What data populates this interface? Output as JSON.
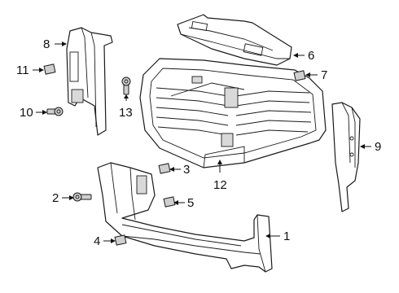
{
  "callouts": [
    {
      "id": "1",
      "label": "1"
    },
    {
      "id": "2",
      "label": "2"
    },
    {
      "id": "3",
      "label": "3"
    },
    {
      "id": "4",
      "label": "4"
    },
    {
      "id": "5",
      "label": "5"
    },
    {
      "id": "6",
      "label": "6"
    },
    {
      "id": "7",
      "label": "7"
    },
    {
      "id": "8",
      "label": "8"
    },
    {
      "id": "9",
      "label": "9"
    },
    {
      "id": "10",
      "label": "10"
    },
    {
      "id": "11",
      "label": "11"
    },
    {
      "id": "12",
      "label": "12"
    },
    {
      "id": "13",
      "label": "13"
    }
  ],
  "colors": {
    "line": "#1a1a1a",
    "background": "#ffffff",
    "hardware": "#cfcfcf"
  }
}
